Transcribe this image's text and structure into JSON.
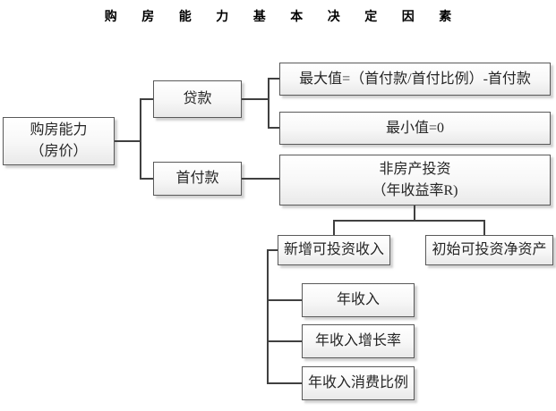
{
  "title": "购 房 能 力 基 本 决 定 因 素",
  "nodes": {
    "root": {
      "line1": "购房能力",
      "line2": "（房价）"
    },
    "loan": {
      "label": "贷款"
    },
    "down_payment": {
      "label": "首付款"
    },
    "max_value": {
      "label": "最大值=（首付款/首付比例）-首付款"
    },
    "min_value": {
      "label": "最小值=0"
    },
    "non_property": {
      "line1": "非房产投资",
      "line2": "（年收益率R)"
    },
    "new_income": {
      "label": "新增可投资收入"
    },
    "initial_assets": {
      "label": "初始可投资净资产"
    },
    "annual_income": {
      "label": "年收入"
    },
    "income_growth": {
      "label": "年收入增长率"
    },
    "income_consumption": {
      "label": "年收入消费比例"
    }
  },
  "colors": {
    "connector": "#404040",
    "box_border": "#595959",
    "box_fill_top": "#ffffff",
    "box_fill_bottom": "#e9e9e9",
    "text": "#262626",
    "title": "#000000",
    "background": "#ffffff"
  }
}
